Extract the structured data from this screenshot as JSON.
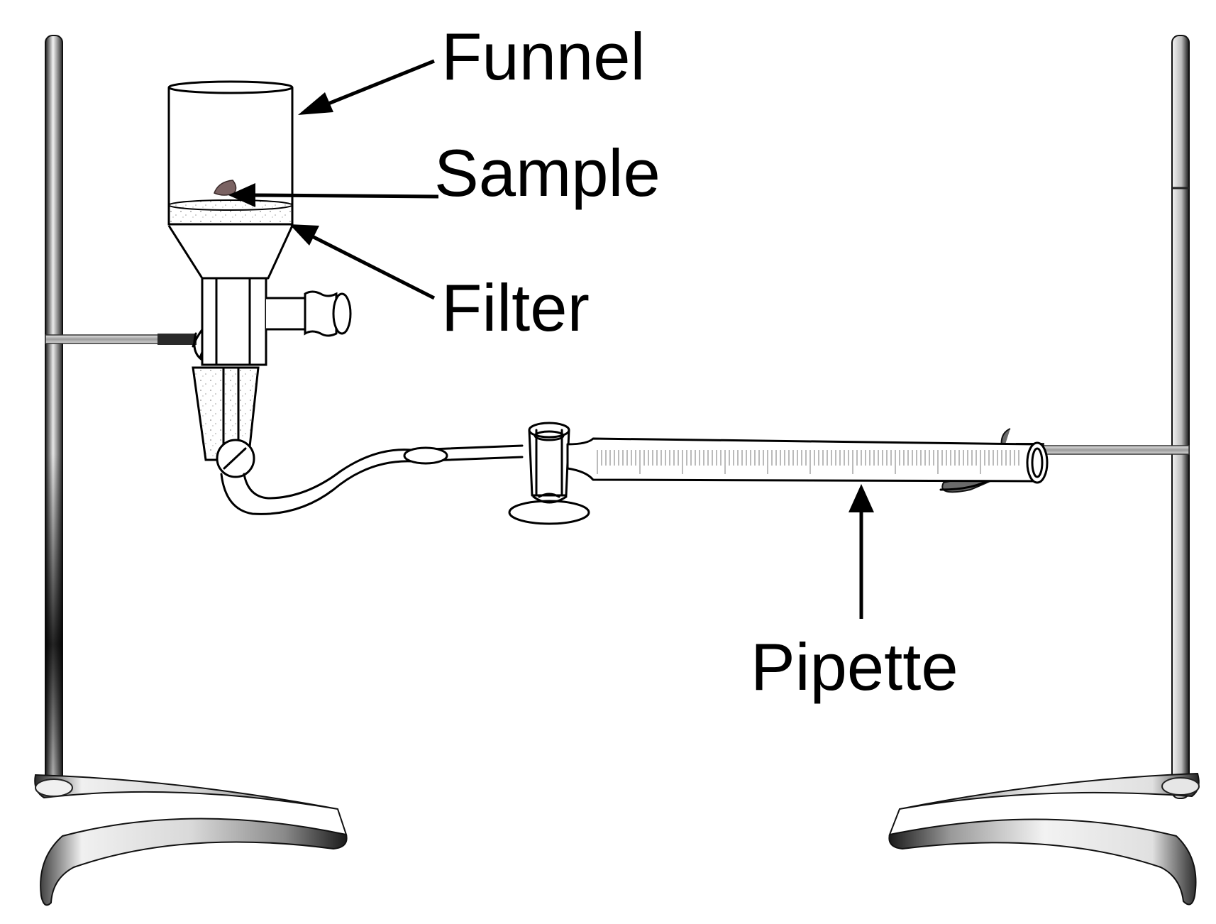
{
  "labels": {
    "funnel": "Funnel",
    "sample": "Sample",
    "filter": "Filter",
    "pipette": "Pipette"
  },
  "colors": {
    "ink": "#000000",
    "background": "#ffffff",
    "sample": "#7a6262",
    "stand_dark": "#1a1a1a",
    "stand_light": "#f2f2f2"
  }
}
